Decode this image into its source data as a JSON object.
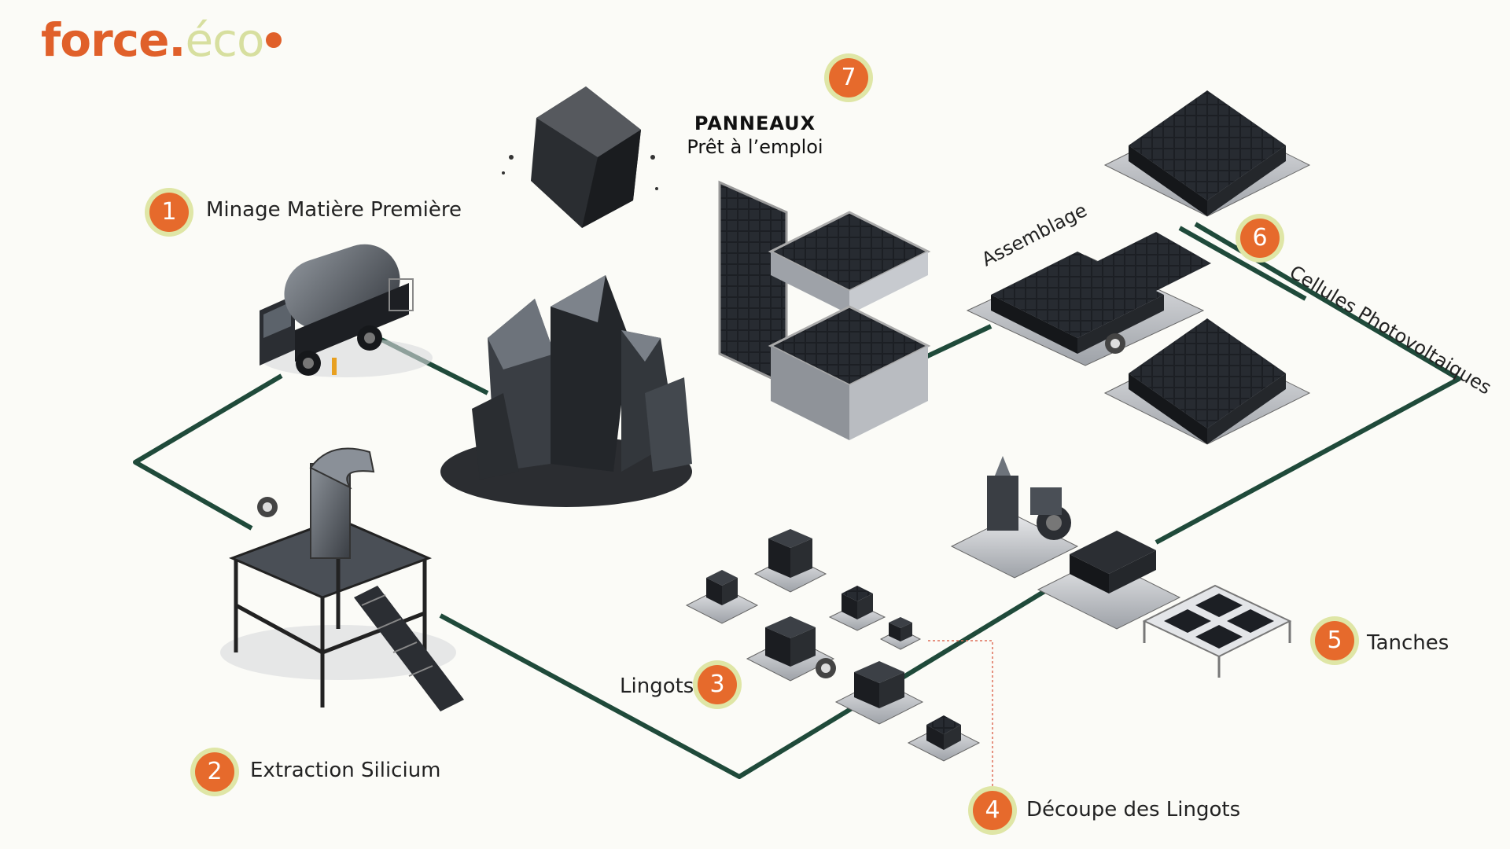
{
  "brand": {
    "logo_main": "force",
    "logo_dot": ".",
    "logo_eco": "éco"
  },
  "colors": {
    "accent": "#e66a2c",
    "badge_ring": "#dfe6a6",
    "line": "#1f4a3a",
    "dark": "#2b2e33"
  },
  "steps": [
    {
      "number": "1",
      "label": "Minage Matière Première"
    },
    {
      "number": "2",
      "label": "Extraction Silicium"
    },
    {
      "number": "3",
      "label": "Lingots"
    },
    {
      "number": "4",
      "label": "Découpe des Lingots"
    },
    {
      "number": "5",
      "label": "Tanches"
    },
    {
      "number": "6",
      "label": "Cellules Photovoltaiques"
    },
    {
      "number": "7",
      "title_line1": "PANNEAUX",
      "title_line2": "Prêt à l’emploi"
    }
  ],
  "sub_labels": {
    "assembly": "Assemblage"
  },
  "icons": [
    "tanker-truck-icon",
    "silicon-crystal-icon",
    "rock-fragment-icon",
    "extraction-tower-icon",
    "ingot-block-icon",
    "cutting-machine-icon",
    "wafer-grid-icon",
    "cell-stack-icon",
    "solar-panel-icon",
    "gauge-icon"
  ]
}
